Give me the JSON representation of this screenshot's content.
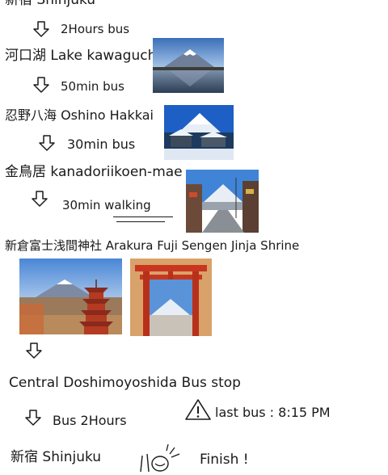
{
  "stops": {
    "shinjuku_top": "新宿 Shinjuku",
    "kawaguchi": "河口湖 Lake kawaguchi",
    "oshino": "忍野八海 Oshino Hakkai",
    "kanadorii": "金鳥居 kanadoriikoen-mae",
    "arakura": "新倉富士浅間神社 Arakura Fuji Sengen Jinja Shrine",
    "central": "Central Doshimoyoshida Bus stop",
    "shinjuku_end": "新宿 Shinjuku"
  },
  "legs": {
    "leg1": "2Hours bus",
    "leg2": "50min bus",
    "leg3": "30min bus",
    "leg4": "30min walking",
    "leg6": "Bus 2Hours"
  },
  "notes": {
    "last_bus": "last bus : 8:15 PM",
    "finish": "Finish !"
  },
  "photos": [
    {
      "name": "lake-kawaguchi-photo",
      "subject": "Mount Fuji over Lake Kawaguchi"
    },
    {
      "name": "oshino-hakkai-photo",
      "subject": "Snowy Mount Fuji with village"
    },
    {
      "name": "kanadorii-street-photo",
      "subject": "Street view toward Mount Fuji"
    },
    {
      "name": "chureito-pagoda-photo",
      "subject": "Five-storied pagoda with Mount Fuji"
    },
    {
      "name": "torii-gate-photo",
      "subject": "Red torii gate framing Mount Fuji"
    }
  ],
  "colors": {
    "ink": "#1a1a1a",
    "sky": "#3f7fcf",
    "torii_red": "#c8361f",
    "pagoda_red": "#a8321f"
  }
}
